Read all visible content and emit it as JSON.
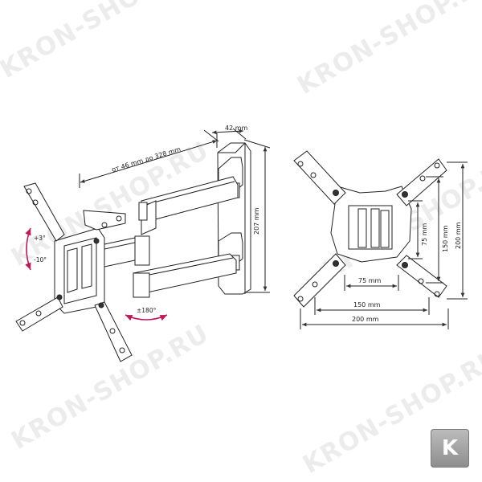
{
  "watermark": {
    "text": "KRON-SHOP.RU",
    "color": "#000000"
  },
  "logo": {
    "letter": "K",
    "color": "#9e9e9e"
  },
  "accent_color": "#c2185b",
  "side_view": {
    "arm_extension": "от 46 mm до 328 mm",
    "depth": "42 mm",
    "height": "207 mm",
    "tilt_up": "+3°",
    "tilt_down": "-10°",
    "swivel": "±180°"
  },
  "front_view": {
    "vesa_small_h": "75 mm",
    "vesa_small_v": "75 mm",
    "vesa_mid_h": "150 mm",
    "vesa_mid_v": "150 mm",
    "vesa_max_h": "200 mm",
    "vesa_max_v": "200 mm"
  }
}
